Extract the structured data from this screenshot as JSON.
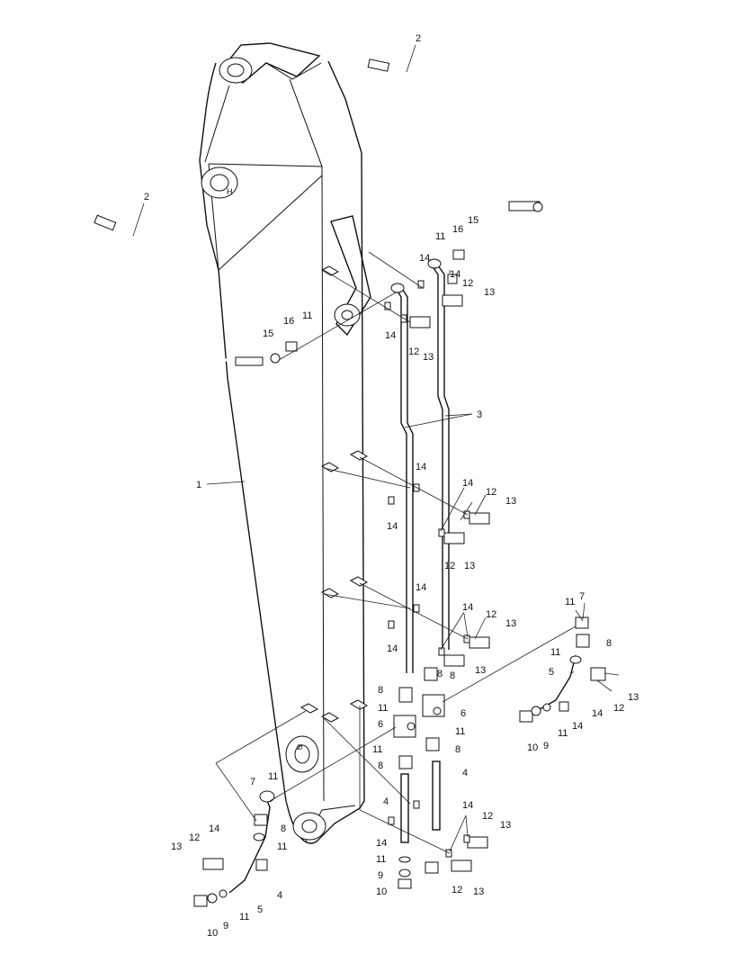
{
  "part_labels": [
    {
      "text": "2"
    },
    {
      "text": "2"
    },
    {
      "text": "1"
    },
    {
      "text": "3"
    },
    {
      "text": "15"
    },
    {
      "text": "16"
    },
    {
      "text": "11"
    },
    {
      "text": "11"
    },
    {
      "text": "16"
    },
    {
      "text": "15"
    },
    {
      "text": "14"
    },
    {
      "text": "14"
    },
    {
      "text": "12"
    },
    {
      "text": "13"
    },
    {
      "text": "14"
    },
    {
      "text": "12"
    },
    {
      "text": "13"
    },
    {
      "text": "14"
    },
    {
      "text": "14"
    },
    {
      "text": "12"
    },
    {
      "text": "13"
    },
    {
      "text": "14"
    },
    {
      "text": "12"
    },
    {
      "text": "13"
    },
    {
      "text": "14"
    },
    {
      "text": "14"
    },
    {
      "text": "12"
    },
    {
      "text": "13"
    },
    {
      "text": "14"
    },
    {
      "text": "8"
    },
    {
      "text": "13"
    },
    {
      "text": "8"
    },
    {
      "text": "11"
    },
    {
      "text": "6"
    },
    {
      "text": "11"
    },
    {
      "text": "8"
    },
    {
      "text": "4"
    },
    {
      "text": "14"
    },
    {
      "text": "11"
    },
    {
      "text": "9"
    },
    {
      "text": "10"
    },
    {
      "text": "8"
    },
    {
      "text": "6"
    },
    {
      "text": "11"
    },
    {
      "text": "8"
    },
    {
      "text": "4"
    },
    {
      "text": "14"
    },
    {
      "text": "12"
    },
    {
      "text": "13"
    },
    {
      "text": "12"
    },
    {
      "text": "13"
    },
    {
      "text": "11"
    },
    {
      "text": "7"
    },
    {
      "text": "8"
    },
    {
      "text": "11"
    },
    {
      "text": "5"
    },
    {
      "text": "10"
    },
    {
      "text": "9"
    },
    {
      "text": "11"
    },
    {
      "text": "14"
    },
    {
      "text": "14"
    },
    {
      "text": "12"
    },
    {
      "text": "13"
    },
    {
      "text": "7"
    },
    {
      "text": "11"
    },
    {
      "text": "8"
    },
    {
      "text": "11"
    },
    {
      "text": "4"
    },
    {
      "text": "12"
    },
    {
      "text": "14"
    },
    {
      "text": "13"
    },
    {
      "text": "10"
    },
    {
      "text": "9"
    },
    {
      "text": "11"
    },
    {
      "text": "5"
    }
  ]
}
